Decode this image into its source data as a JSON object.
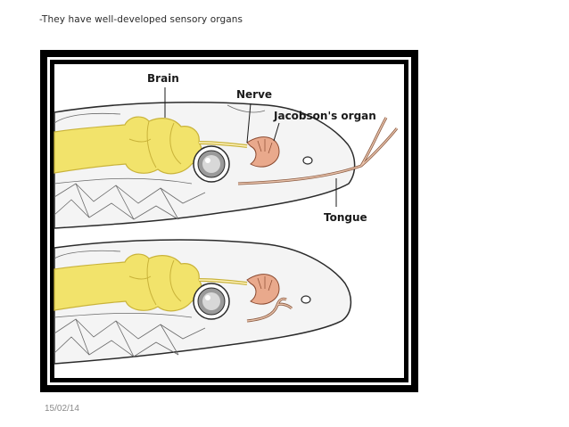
{
  "slide": {
    "bullet_text": "-They have well-developed sensory organs",
    "date": "15/02/14"
  },
  "figure": {
    "labels": {
      "brain": "Brain",
      "nerve": "Nerve",
      "jacobsons_organ": "Jacobson's organ",
      "tongue": "Tongue"
    },
    "colors": {
      "frame": "#000000",
      "brain": "#f2e36b",
      "brain_edge": "#c9b33a",
      "organ": "#e9a98c",
      "head_fill": "#f4f4f4",
      "outline": "#2b2b2b",
      "tongue": "#d9a58a"
    }
  }
}
